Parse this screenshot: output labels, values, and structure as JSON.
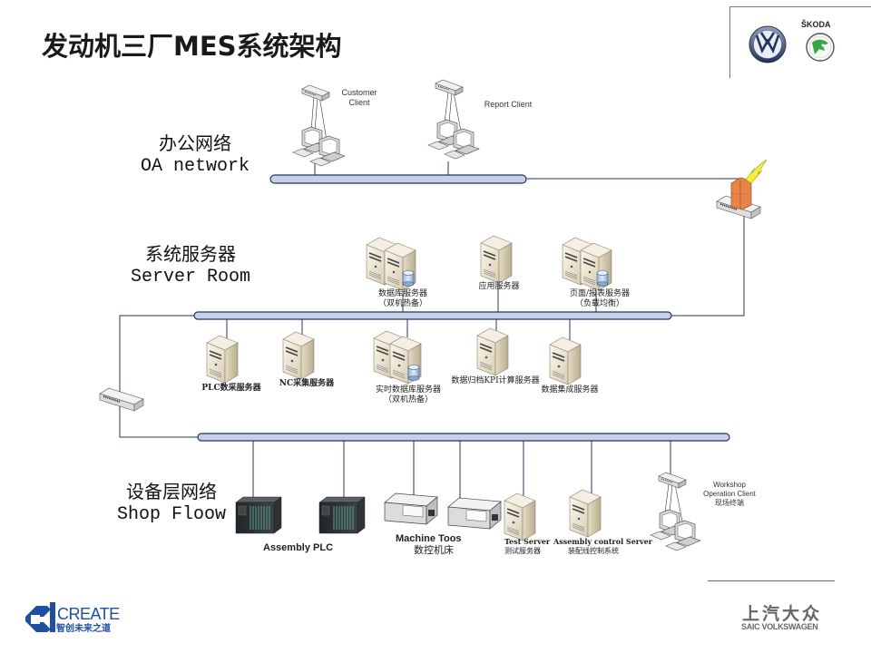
{
  "slide": {
    "title": "发动机三厂MES系统架构"
  },
  "brand": {
    "skoda_wordmark": "ŠKODA",
    "vw_logo_icon": "volkswagen-logo",
    "skoda_logo_icon": "skoda-logo",
    "create_en": "CREATE",
    "create_cn": "智创未来之道",
    "saic_cn": "上汽大众",
    "saic_en": "SAIC VOLKSWAGEN"
  },
  "zones": {
    "oa": {
      "cn": "办公网络",
      "en": "OA network"
    },
    "server": {
      "cn": "系统服务器",
      "en": "Server Room"
    },
    "shop": {
      "cn": "设备层网络",
      "en": "Shop Floow"
    }
  },
  "oa_clients": [
    {
      "label_line1": "Customer",
      "label_line2": "Client"
    },
    {
      "label_line1": "Report Client",
      "label_line2": ""
    }
  ],
  "server_room_upper": [
    {
      "line1": "数据库服务器",
      "line2": "（双机热备）",
      "type": "dual-db"
    },
    {
      "line1": "应用服务器",
      "line2": "",
      "type": "single"
    },
    {
      "line1": "页面/报表服务器",
      "line2": "（负载均衡）",
      "type": "dual-db"
    }
  ],
  "server_room_lower": [
    {
      "line1": "PLC数采服务器",
      "line2": "",
      "type": "single"
    },
    {
      "line1": "NC采集服务器",
      "line2": "",
      "type": "single"
    },
    {
      "line1": "实时数据库服务器",
      "line2": "（双机热备）",
      "type": "dual-db"
    },
    {
      "line1": "数据归档KPI计算服务器",
      "line2": "",
      "type": "single"
    },
    {
      "line1": "数据集成服务器",
      "line2": "",
      "type": "single"
    }
  ],
  "shop_floor": {
    "plc_label": "Assembly PLC",
    "machine_en": "Machine Toos",
    "machine_cn": "数控机床",
    "test_server_en": "Test Server",
    "test_server_cn": "测试服务器",
    "assembly_server_en": "Assembly control Server",
    "assembly_server_cn": "装配线控制系统",
    "workshop_en1": "Workshop",
    "workshop_en2": "Operation Client",
    "workshop_cn": "现场终端"
  },
  "colors": {
    "bus_fill": "#c5d0ea",
    "bus_stroke": "#2b3557",
    "link": "#2b3557",
    "firewall": "#e8834a",
    "lightning": "#f2ee3a",
    "create_blue": "#1f4fa0"
  }
}
